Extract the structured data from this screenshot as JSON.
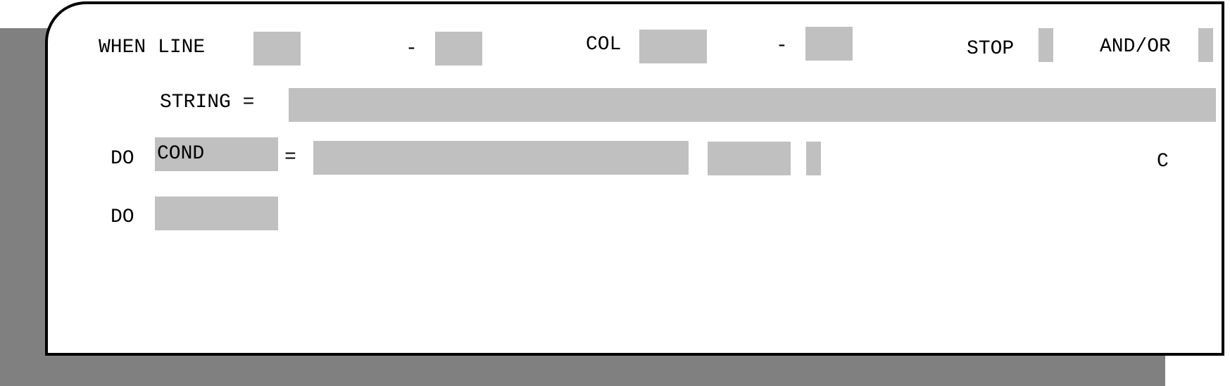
{
  "form": {
    "row1": {
      "when_line_label": "WHEN LINE",
      "line_from": "",
      "line_dash": "-",
      "line_to": "",
      "col_label": "COL",
      "col_from": "",
      "col_dash": "-",
      "col_to": "",
      "stop_label": "STOP",
      "stop_value": "",
      "andor_label": "AND/OR",
      "andor_value": ""
    },
    "row2": {
      "string_label": "STRING =",
      "string_value": ""
    },
    "row3": {
      "do_label": "DO",
      "do_action": "COND",
      "equals": "=",
      "cond_value": "",
      "cond_extra": "",
      "cond_flag": "",
      "c_label": "C"
    },
    "row4": {
      "do_label": "DO",
      "do_action": ""
    }
  },
  "colors": {
    "field": "#c0c0c0",
    "shadow": "#808080",
    "border": "#000000"
  }
}
